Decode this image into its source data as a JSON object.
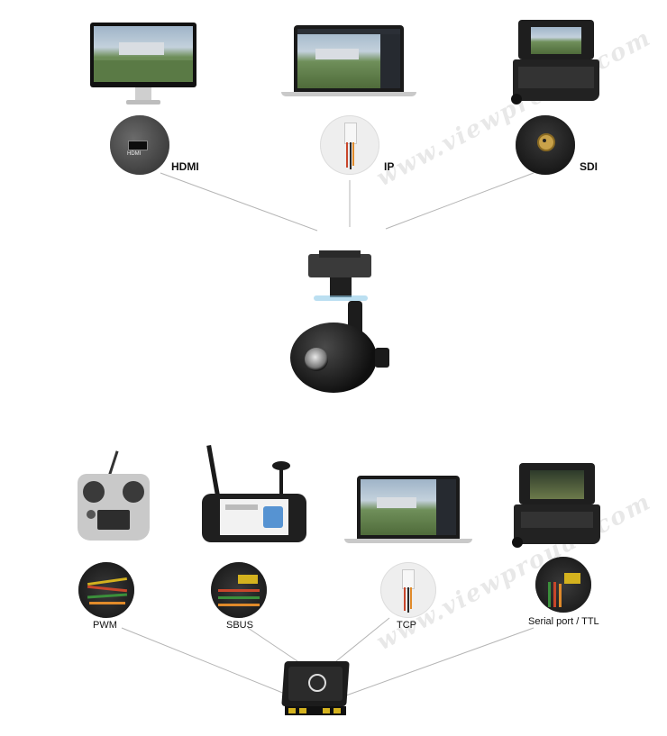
{
  "inputs_top": [
    {
      "id": "hdmi",
      "label": "HDMI"
    },
    {
      "id": "ip",
      "label": "IP"
    },
    {
      "id": "sdi",
      "label": "SDI"
    }
  ],
  "controls_bottom": [
    {
      "id": "pwm",
      "label": "PWM"
    },
    {
      "id": "sbus",
      "label": "SBUS"
    },
    {
      "id": "tcp",
      "label": "TCP"
    },
    {
      "id": "serial",
      "label": "Serial port / TTL"
    }
  ],
  "hdmi_port_text": "HDMI",
  "watermark_text": "www.viewprouav.com",
  "colors": {
    "connector_line": "#b5b5b5",
    "device_black": "#1b1b1b",
    "background": "#ffffff"
  }
}
